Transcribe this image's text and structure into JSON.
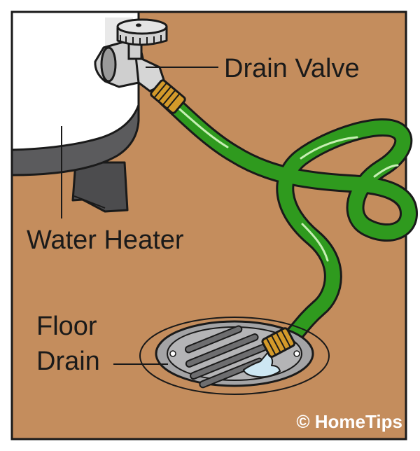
{
  "labels": {
    "drain_valve": "Drain Valve",
    "water_heater": "Water Heater",
    "floor_drain_line1": "Floor",
    "floor_drain_line2": "Drain"
  },
  "watermark": "© HomeTips",
  "colors": {
    "floor": "#c48d5d",
    "heater_body": "#ffffff",
    "heater_base": "#5b5b5d",
    "hose": "#2f9a1e",
    "hose_highlight": "#c7efb4",
    "coupling": "#d49a2a",
    "valve": "#cfcfcf",
    "drain_grate": "#a4a4a6",
    "water": "#cde7f3",
    "outline": "#1a1a1a"
  },
  "icons": [
    "water-heater-icon",
    "drain-valve-icon",
    "garden-hose-icon",
    "floor-drain-icon"
  ]
}
